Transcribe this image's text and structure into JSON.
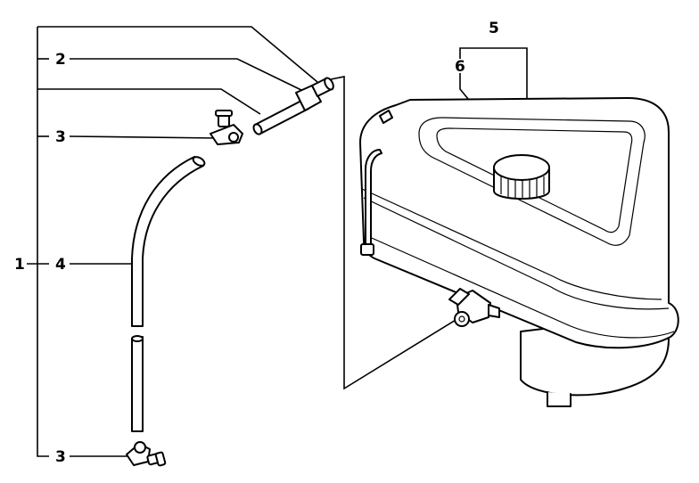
{
  "diagram": {
    "callouts": {
      "c1": "1",
      "c2": "2",
      "c3_top": "3",
      "c4": "4",
      "c3_bottom": "3",
      "c5": "5",
      "c6": "6"
    }
  }
}
